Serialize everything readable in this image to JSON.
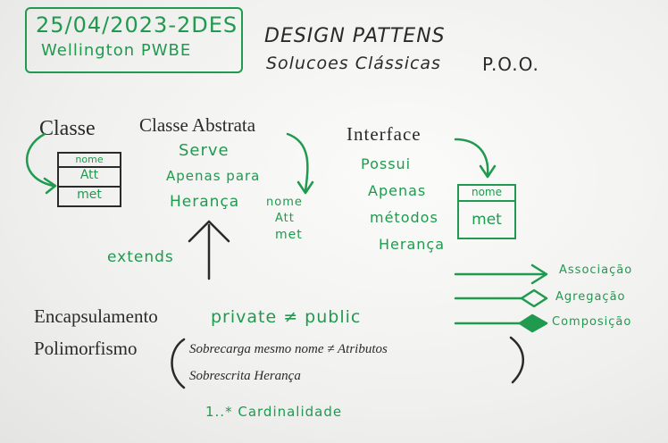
{
  "header": {
    "date_line": "25/04/2023-2DES",
    "name_line": "Wellington PWBE"
  },
  "title": {
    "line1": "DESIGN PATTENS",
    "line2": "Solucoes Clássicas",
    "poo": "P.O.O."
  },
  "classe": {
    "label": "Classe",
    "rows": [
      "nome",
      "Att",
      "met"
    ]
  },
  "abstrata": {
    "label": "Classe Abstrata",
    "desc": [
      "Serve",
      "Apenas para",
      "Herança"
    ],
    "rows": [
      "nome",
      "Att",
      "met"
    ],
    "extends": "extends"
  },
  "interface": {
    "label": "Interface",
    "desc": [
      "Possui",
      "Apenas",
      "métodos",
      "Herança"
    ],
    "rows": [
      "nome",
      "met"
    ]
  },
  "relations": [
    {
      "label": "Associação"
    },
    {
      "label": "Agregação"
    },
    {
      "label": "Composição"
    }
  ],
  "concepts": {
    "encap_label": "Encapsulamento",
    "encap_detail": "private ≠ public",
    "poli_label": "Polimorfismo",
    "poli_line1": "Sobrecarga mesmo nome ≠ Atributos",
    "poli_line2": "Sobrescrita Herança",
    "cardinalidade": "1..* Cardinalidade"
  },
  "colors": {
    "marker_green": "#1f9a4f",
    "marker_black": "#2a2a2a",
    "board": "#f4f4f2"
  }
}
